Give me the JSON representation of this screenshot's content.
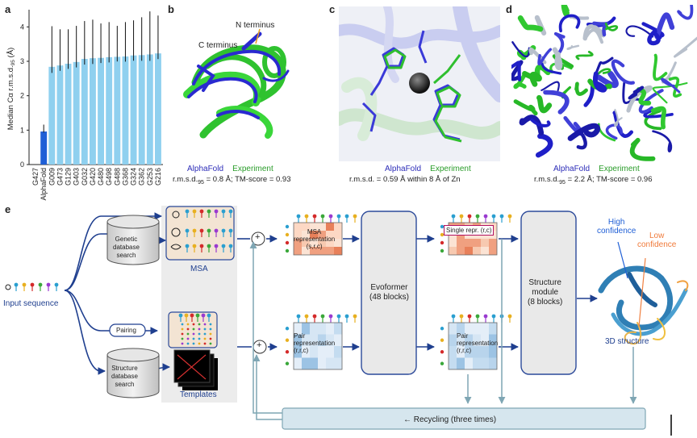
{
  "panel_labels": {
    "a": "a",
    "b": "b",
    "c": "c",
    "d": "d",
    "e": "e"
  },
  "chart_data": {
    "type": "bar",
    "ylabel": "Median Cα r.m.s.d.95 (Å)",
    "ylabel_main": "Median Cα r.m.s.d.",
    "ylabel_sub": "95",
    "ylabel_unit": " (Å)",
    "ylim": [
      0,
      4.5
    ],
    "yticks": [
      "0",
      "1",
      "2",
      "3",
      "4"
    ],
    "categories": [
      "G427",
      "AlphaFold",
      "G009",
      "G473",
      "G129",
      "G403",
      "G032",
      "G420",
      "G480",
      "G498",
      "G488",
      "G368",
      "G324",
      "G362",
      "G253",
      "G216"
    ],
    "values": [
      null,
      0.96,
      2.84,
      2.88,
      2.93,
      2.98,
      3.07,
      3.09,
      3.1,
      3.12,
      3.13,
      3.14,
      3.17,
      3.18,
      3.2,
      3.23
    ],
    "errors": [
      null,
      0.2,
      1.18,
      1.05,
      1.0,
      1.05,
      1.1,
      1.12,
      1.0,
      1.02,
      0.9,
      1.0,
      1.02,
      1.1,
      1.25,
      1.1
    ],
    "colors": {
      "alphafold": "#1f5fd6",
      "others": "#8fd0ef"
    }
  },
  "panel_b": {
    "n_terminus": "N terminus",
    "c_terminus": "C terminus",
    "legend_alphafold": "AlphaFold",
    "legend_experiment": "Experiment",
    "caption_pre": "r.m.s.d.",
    "caption_sub": "95",
    "caption_post": " = 0.8 Å; TM-score = 0.93"
  },
  "panel_c": {
    "legend_alphafold": "AlphaFold",
    "legend_experiment": "Experiment",
    "caption": "r.m.s.d. = 0.59 Å within 8 Å of Zn"
  },
  "panel_d": {
    "legend_alphafold": "AlphaFold",
    "legend_experiment": "Experiment",
    "caption_pre": "r.m.s.d.",
    "caption_sub": "95",
    "caption_post": " = 2.2 Å; TM-score = 0.96"
  },
  "pipeline": {
    "input_sequence": "Input sequence",
    "genetic_db": [
      "Genetic",
      "database",
      "search"
    ],
    "structure_db": [
      "Structure",
      "database",
      "search"
    ],
    "pairing": "Pairing",
    "msa": "MSA",
    "templates": "Templates",
    "msa_repr": [
      "MSA",
      "representation",
      "(s,r,c)"
    ],
    "pair_repr_left": [
      "Pair",
      "representation",
      "(r,r,c)"
    ],
    "evoformer": [
      "Evoformer",
      "(48 blocks)"
    ],
    "single_repr": "Single repr. (r,c)",
    "pair_repr_right": [
      "Pair",
      "representation",
      "(r,r,c)"
    ],
    "structure_module": [
      "Structure",
      "module",
      "(8 blocks)"
    ],
    "high_conf": [
      "High",
      "confidence"
    ],
    "low_conf": [
      "Low",
      "confidence"
    ],
    "structure_3d": "3D structure",
    "recycling": "← Recycling (three times)",
    "plus": "+",
    "colors": {
      "node": "#2c4a9a",
      "arrow": "#1f3f8f",
      "recycle": "#7fa6b4",
      "msa_bg": "#f3e4d3",
      "pair_bg": "#c9deee"
    }
  }
}
